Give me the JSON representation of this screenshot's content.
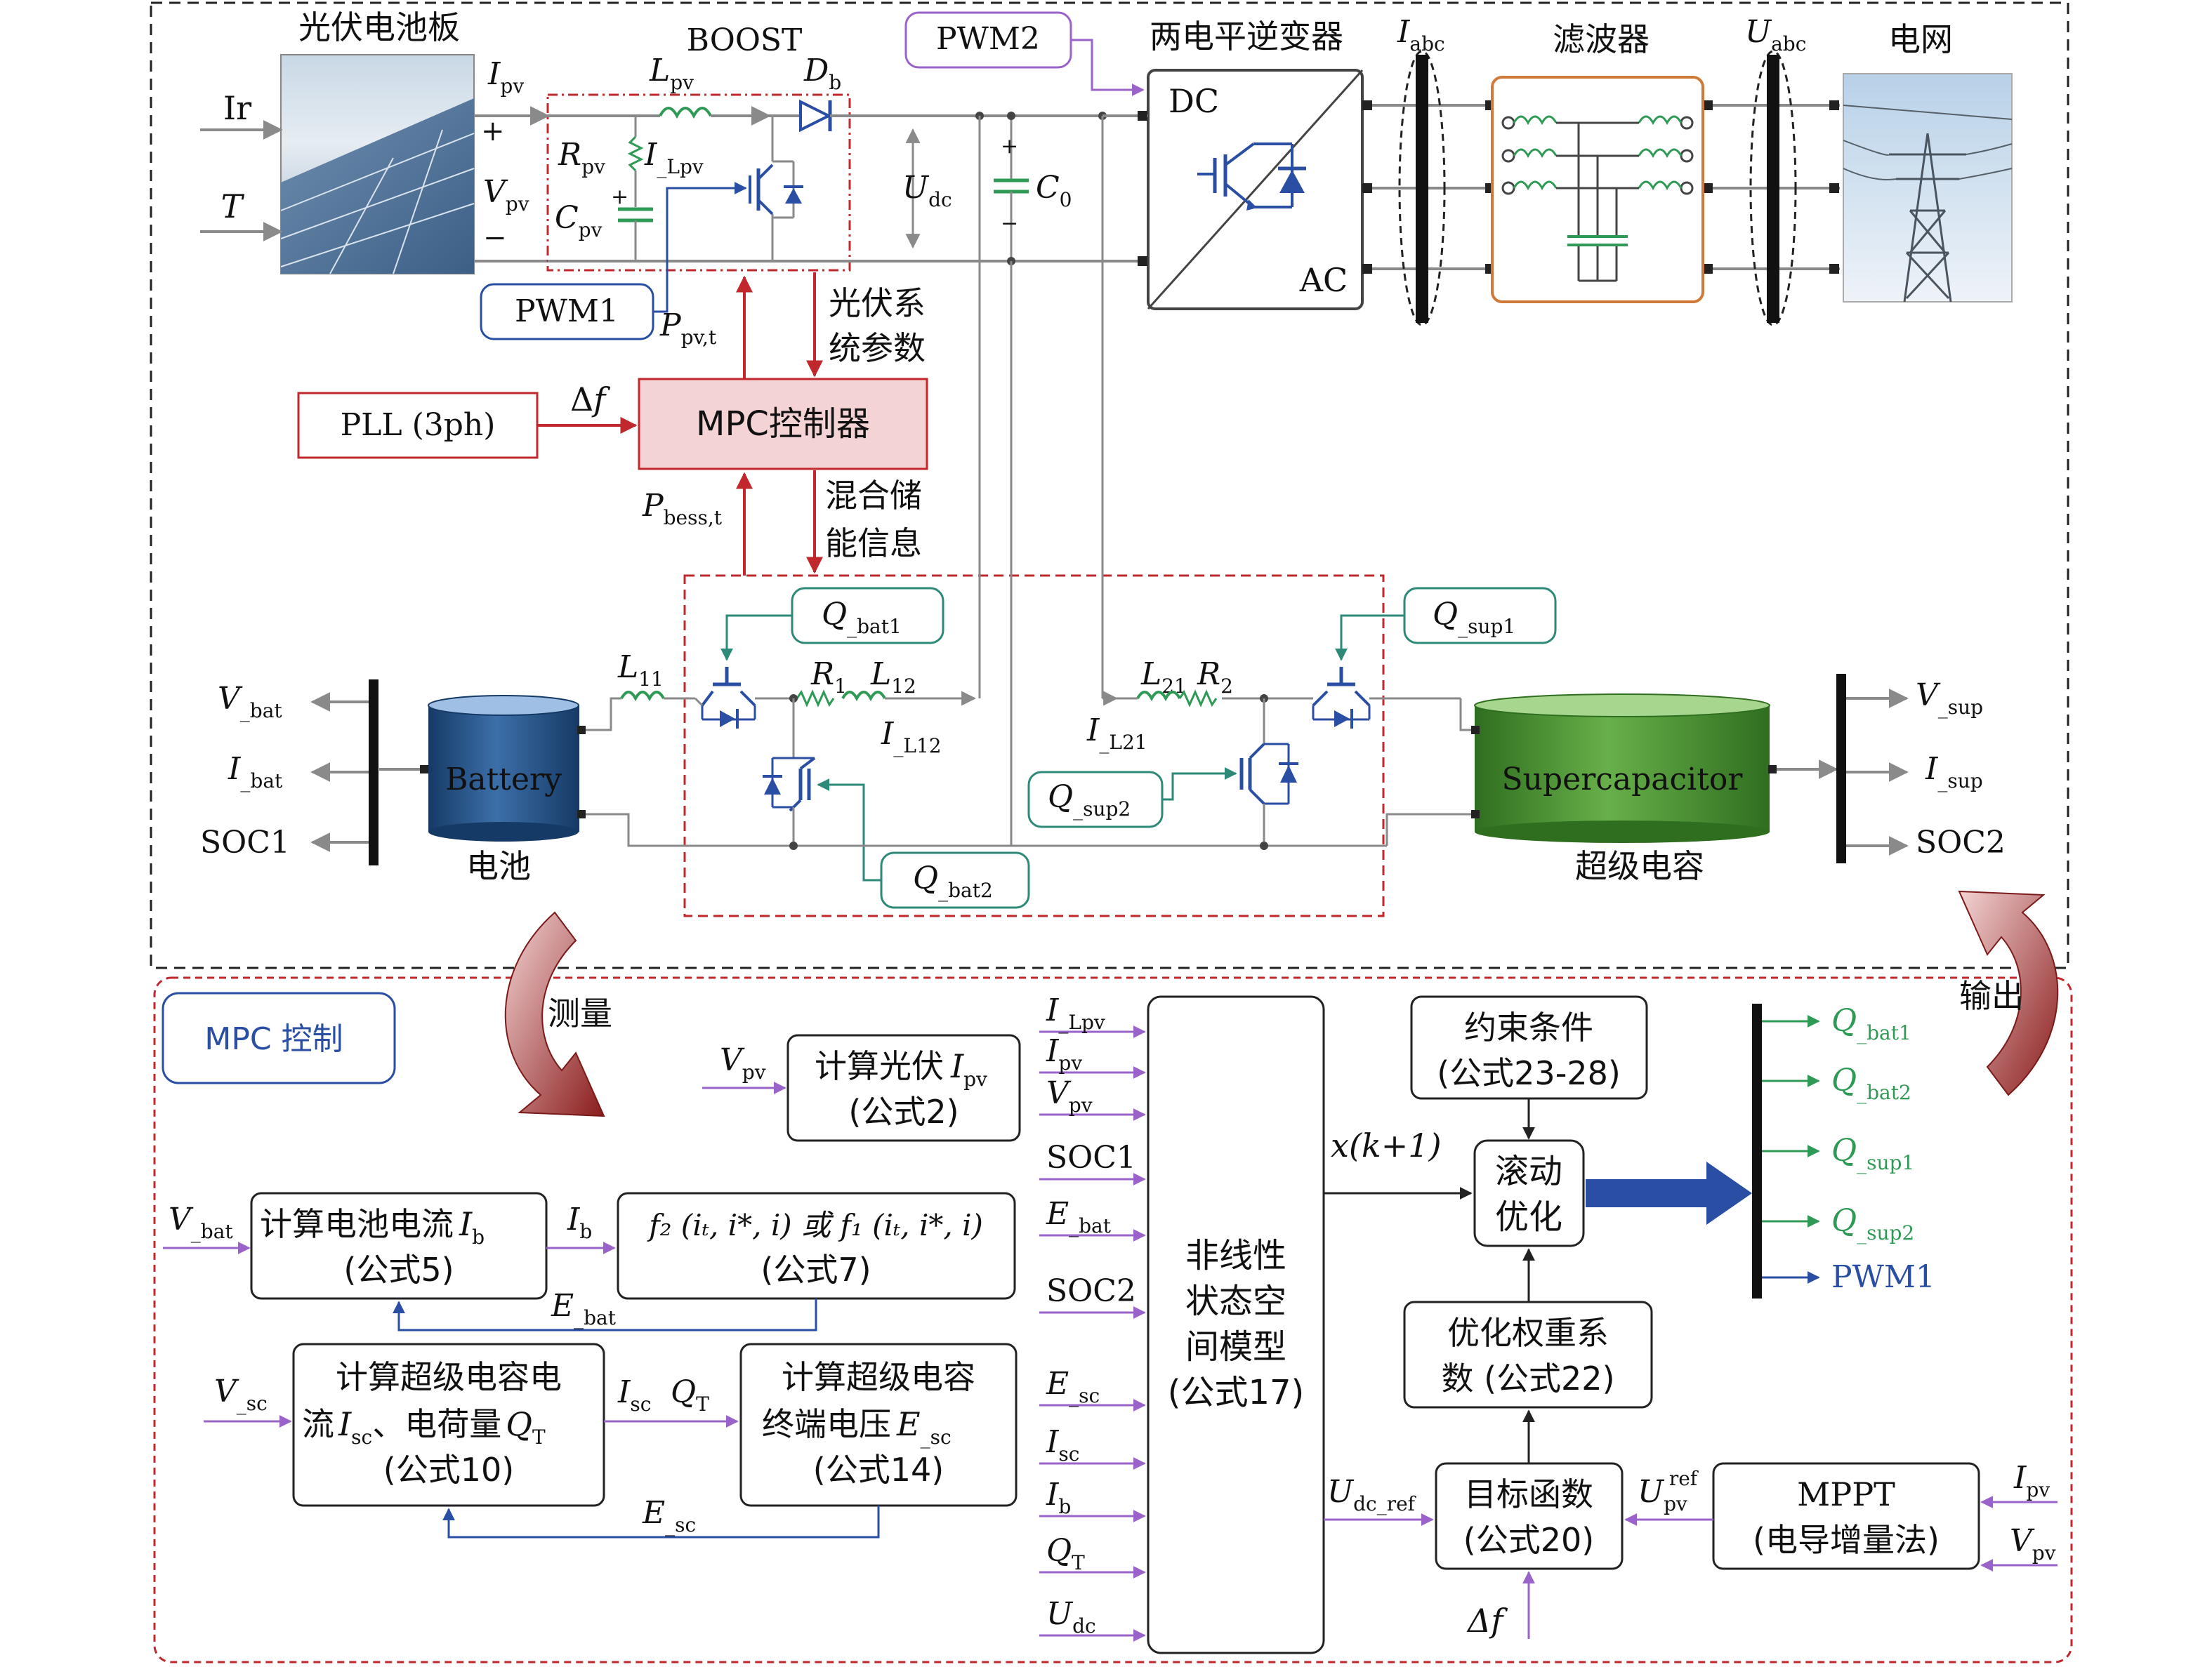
{
  "top": {
    "pv_panel_label": "光伏电池板",
    "ir_label": "Ir",
    "t_label": "T",
    "ipv": {
      "main": "I",
      "sub": "pv"
    },
    "vpv": {
      "main": "V",
      "sub": "pv"
    },
    "boost_label": "BOOST",
    "lpv": {
      "main": "L",
      "sub": "pv"
    },
    "db": {
      "main": "D",
      "sub": "b"
    },
    "rpv": {
      "main": "R",
      "sub": "pv"
    },
    "ilpv": {
      "main": "I",
      "sub": "_Lpv"
    },
    "cpv": {
      "main": "C",
      "sub": "pv"
    },
    "udc": {
      "main": "U",
      "sub": "dc"
    },
    "c0": {
      "main": "C",
      "sub": "0"
    },
    "pwm1_label": "PWM1",
    "pwm2_label": "PWM2",
    "inverter_title": "两电平逆变器",
    "inv_dc": "DC",
    "inv_ac": "AC",
    "iabc": {
      "main": "I",
      "sub": "abc"
    },
    "filter_title": "滤波器",
    "uabc": {
      "main": "U",
      "sub": "abc"
    },
    "grid_title": "电网",
    "ppvt": {
      "main": "P",
      "sub": "pv,t"
    },
    "pv_params_line1": "光伏系",
    "pv_params_line2": "统参数",
    "pll_label": "PLL (3ph)",
    "delta_f_main": "Δ",
    "delta_f_f": "f",
    "mpc_label": "MPC控制器",
    "pbess": {
      "main": "P",
      "sub": "bess,t"
    },
    "hybrid_line1": "混合储",
    "hybrid_line2": "能信息",
    "qbat1": {
      "main": "Q",
      "sub": "_bat1"
    },
    "qbat2": {
      "main": "Q",
      "sub": "_bat2"
    },
    "qsup1": {
      "main": "Q",
      "sub": "_sup1"
    },
    "qsup2": {
      "main": "Q",
      "sub": "_sup2"
    },
    "l11": {
      "main": "L",
      "sub": "11"
    },
    "r1": {
      "main": "R",
      "sub": "1"
    },
    "l12": {
      "main": "L",
      "sub": "12"
    },
    "il12": {
      "main": "I",
      "sub": "_L12"
    },
    "l21": {
      "main": "L",
      "sub": "21"
    },
    "r2": {
      "main": "R",
      "sub": "2"
    },
    "il21": {
      "main": "I",
      "sub": "_L21"
    },
    "vbat": {
      "main": "V",
      "sub": "_bat"
    },
    "ibat": {
      "main": "I",
      "sub": "_bat"
    },
    "soc1": "SOC1",
    "battery_label": "Battery",
    "battery_cn": "电池",
    "supercap_label": "Supercapacitor",
    "supercap_cn": "超级电容",
    "vsup": {
      "main": "V",
      "sub": "_sup"
    },
    "isup": {
      "main": "I",
      "sub": "_sup"
    },
    "soc2": "SOC2",
    "measure_label": "测量",
    "output_label": "输出"
  },
  "bottom": {
    "mpc_ctrl_label": "MPC 控制",
    "calc_pv_line1": "计算光伏",
    "calc_pv_ipv": {
      "main": "I",
      "sub": "pv"
    },
    "calc_pv_line2": "(公式2)",
    "calc_pv_in": {
      "main": "V",
      "sub": "pv"
    },
    "calc_bat_line1": "计算电池电流",
    "calc_bat_ib": {
      "main": "I",
      "sub": "b"
    },
    "calc_bat_line2": "(公式5)",
    "calc_bat_in": {
      "main": "V",
      "sub": "_bat"
    },
    "ib_arrow": {
      "main": "I",
      "sub": "b"
    },
    "f_block_line1": "f₂ (iₜ, i*, i) 或 f₁ (iₜ, i*, i)",
    "f_block_line2": "(公式7)",
    "ebat_fb": {
      "main": "E",
      "sub": "_bat"
    },
    "calc_sc_line1": "计算超级电容电",
    "calc_sc_line2a": "流",
    "calc_sc_isc": {
      "main": "I",
      "sub": "sc"
    },
    "calc_sc_line2b": "、电荷量",
    "calc_sc_qt": {
      "main": "Q",
      "sub": "T"
    },
    "calc_sc_line3": "(公式10)",
    "calc_sc_in": {
      "main": "V",
      "sub": "_sc"
    },
    "isc_arrow": {
      "main": "I",
      "sub": "sc"
    },
    "qt_arrow": {
      "main": "Q",
      "sub": "T"
    },
    "calc_esc_line1": "计算超级电容",
    "calc_esc_line2": "终端电压",
    "calc_esc_e": {
      "main": "E",
      "sub": "_sc"
    },
    "calc_esc_line3": "(公式14)",
    "esc_fb": {
      "main": "E",
      "sub": "_sc"
    },
    "model_inputs": [
      {
        "main": "I",
        "sub": "_Lpv"
      },
      {
        "main": "I",
        "sub": "pv"
      },
      {
        "main": "V",
        "sub": "pv"
      },
      {
        "main": "SOC1",
        "sub": ""
      },
      {
        "main": "E",
        "sub": "_bat"
      },
      {
        "main": "SOC2",
        "sub": ""
      },
      {
        "main": "E",
        "sub": "_sc"
      },
      {
        "main": "I",
        "sub": "sc"
      },
      {
        "main": "I",
        "sub": "b"
      },
      {
        "main": "Q",
        "sub": "T"
      },
      {
        "main": "U",
        "sub": "dc"
      }
    ],
    "model_lines": [
      "非线性",
      "状态空",
      "间模型",
      "(公式17)"
    ],
    "xk1": "x(k+1)",
    "constraints_line1": "约束条件",
    "constraints_line2": "(公式23-28)",
    "rolling_line1": "滚动",
    "rolling_line2": "优化",
    "weights_line1": "优化权重系",
    "weights_line2": "数 (公式22)",
    "objective_line1": "目标函数",
    "objective_line2": "(公式20)",
    "udc_ref": {
      "main": "U",
      "sub": "dc_ref"
    },
    "upv_ref": {
      "main": "U",
      "sub": "pv",
      "sup": "ref"
    },
    "mppt_line1": "MPPT",
    "mppt_line2": "(电导增量法)",
    "mppt_ipv": {
      "main": "I",
      "sub": "pv"
    },
    "mppt_vpv": {
      "main": "V",
      "sub": "pv"
    },
    "delta_f": "Δf",
    "outputs": [
      {
        "main": "Q",
        "sub": "_bat1"
      },
      {
        "main": "Q",
        "sub": "_bat2"
      },
      {
        "main": "Q",
        "sub": "_sup1"
      },
      {
        "main": "Q",
        "sub": "_sup2"
      },
      {
        "main": "PWM1",
        "sub": ""
      }
    ]
  },
  "colors": {
    "red": "#c0282d",
    "blue": "#2a4ea3",
    "teal": "#2e8a78",
    "purple": "#9a63c9",
    "green": "#2f9a55",
    "orange": "#d07a3a",
    "gray": "#8a8a8a",
    "mpc_fill": "#f3d3d3"
  }
}
